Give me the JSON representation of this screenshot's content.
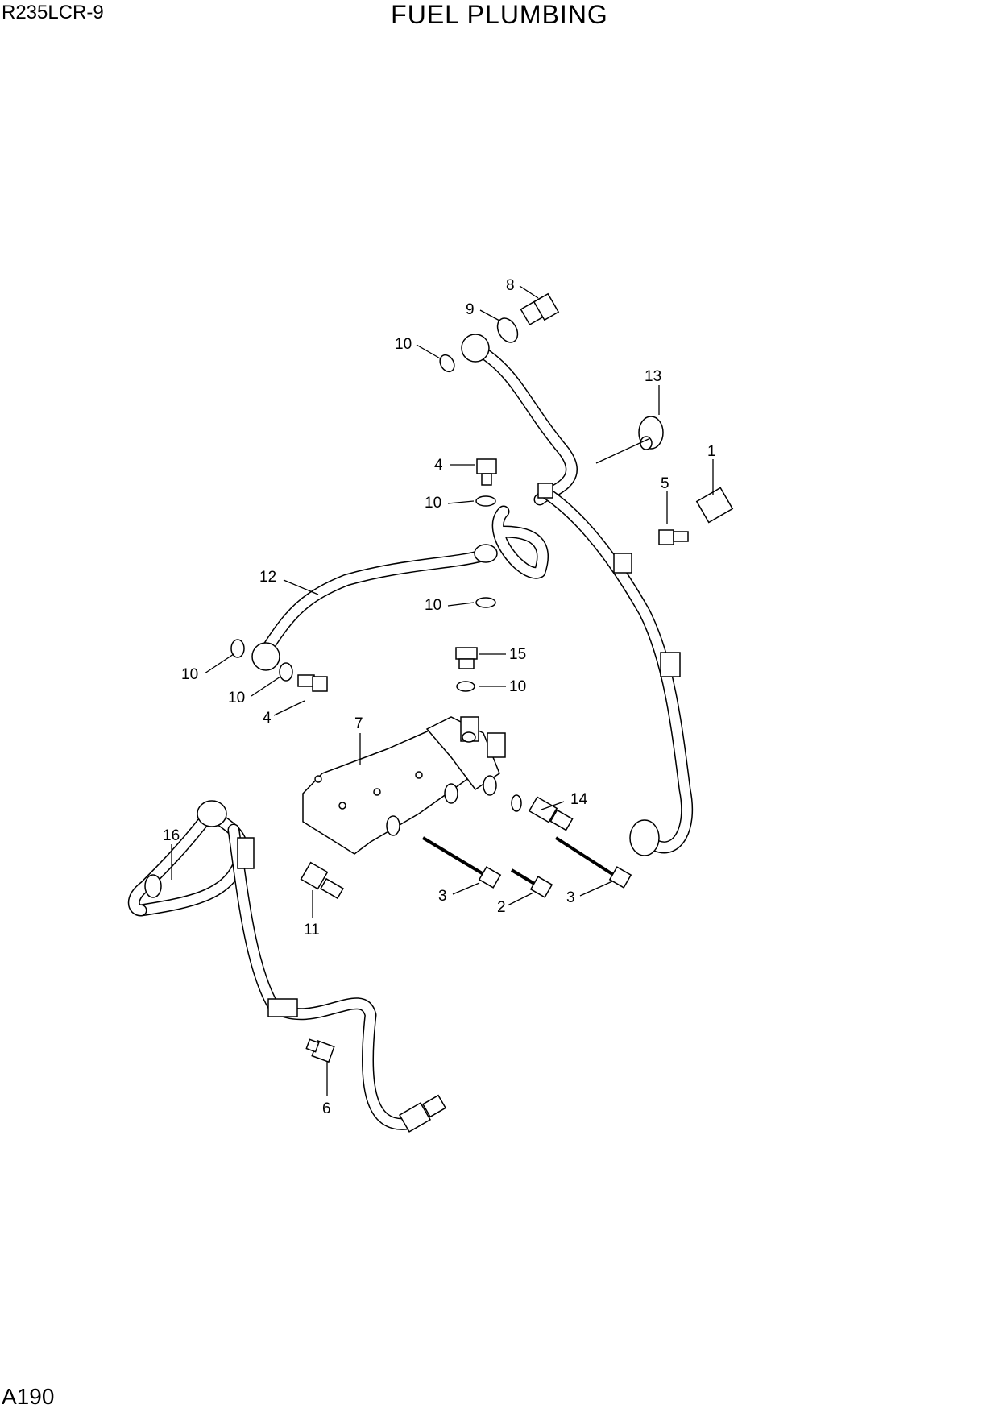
{
  "header": {
    "model": "R235LCR-9",
    "title": "FUEL PLUMBING"
  },
  "footer": {
    "page_id": "A190"
  },
  "callouts": [
    {
      "label": "8"
    },
    {
      "label": "9"
    },
    {
      "label": "10"
    },
    {
      "label": "13"
    },
    {
      "label": "1"
    },
    {
      "label": "4"
    },
    {
      "label": "10"
    },
    {
      "label": "5"
    },
    {
      "label": "12"
    },
    {
      "label": "10"
    },
    {
      "label": "15"
    },
    {
      "label": "10"
    },
    {
      "label": "10"
    },
    {
      "label": "10"
    },
    {
      "label": "4"
    },
    {
      "label": "7"
    },
    {
      "label": "14"
    },
    {
      "label": "16"
    },
    {
      "label": "3"
    },
    {
      "label": "2"
    },
    {
      "label": "3"
    },
    {
      "label": "11"
    },
    {
      "label": "6"
    }
  ]
}
